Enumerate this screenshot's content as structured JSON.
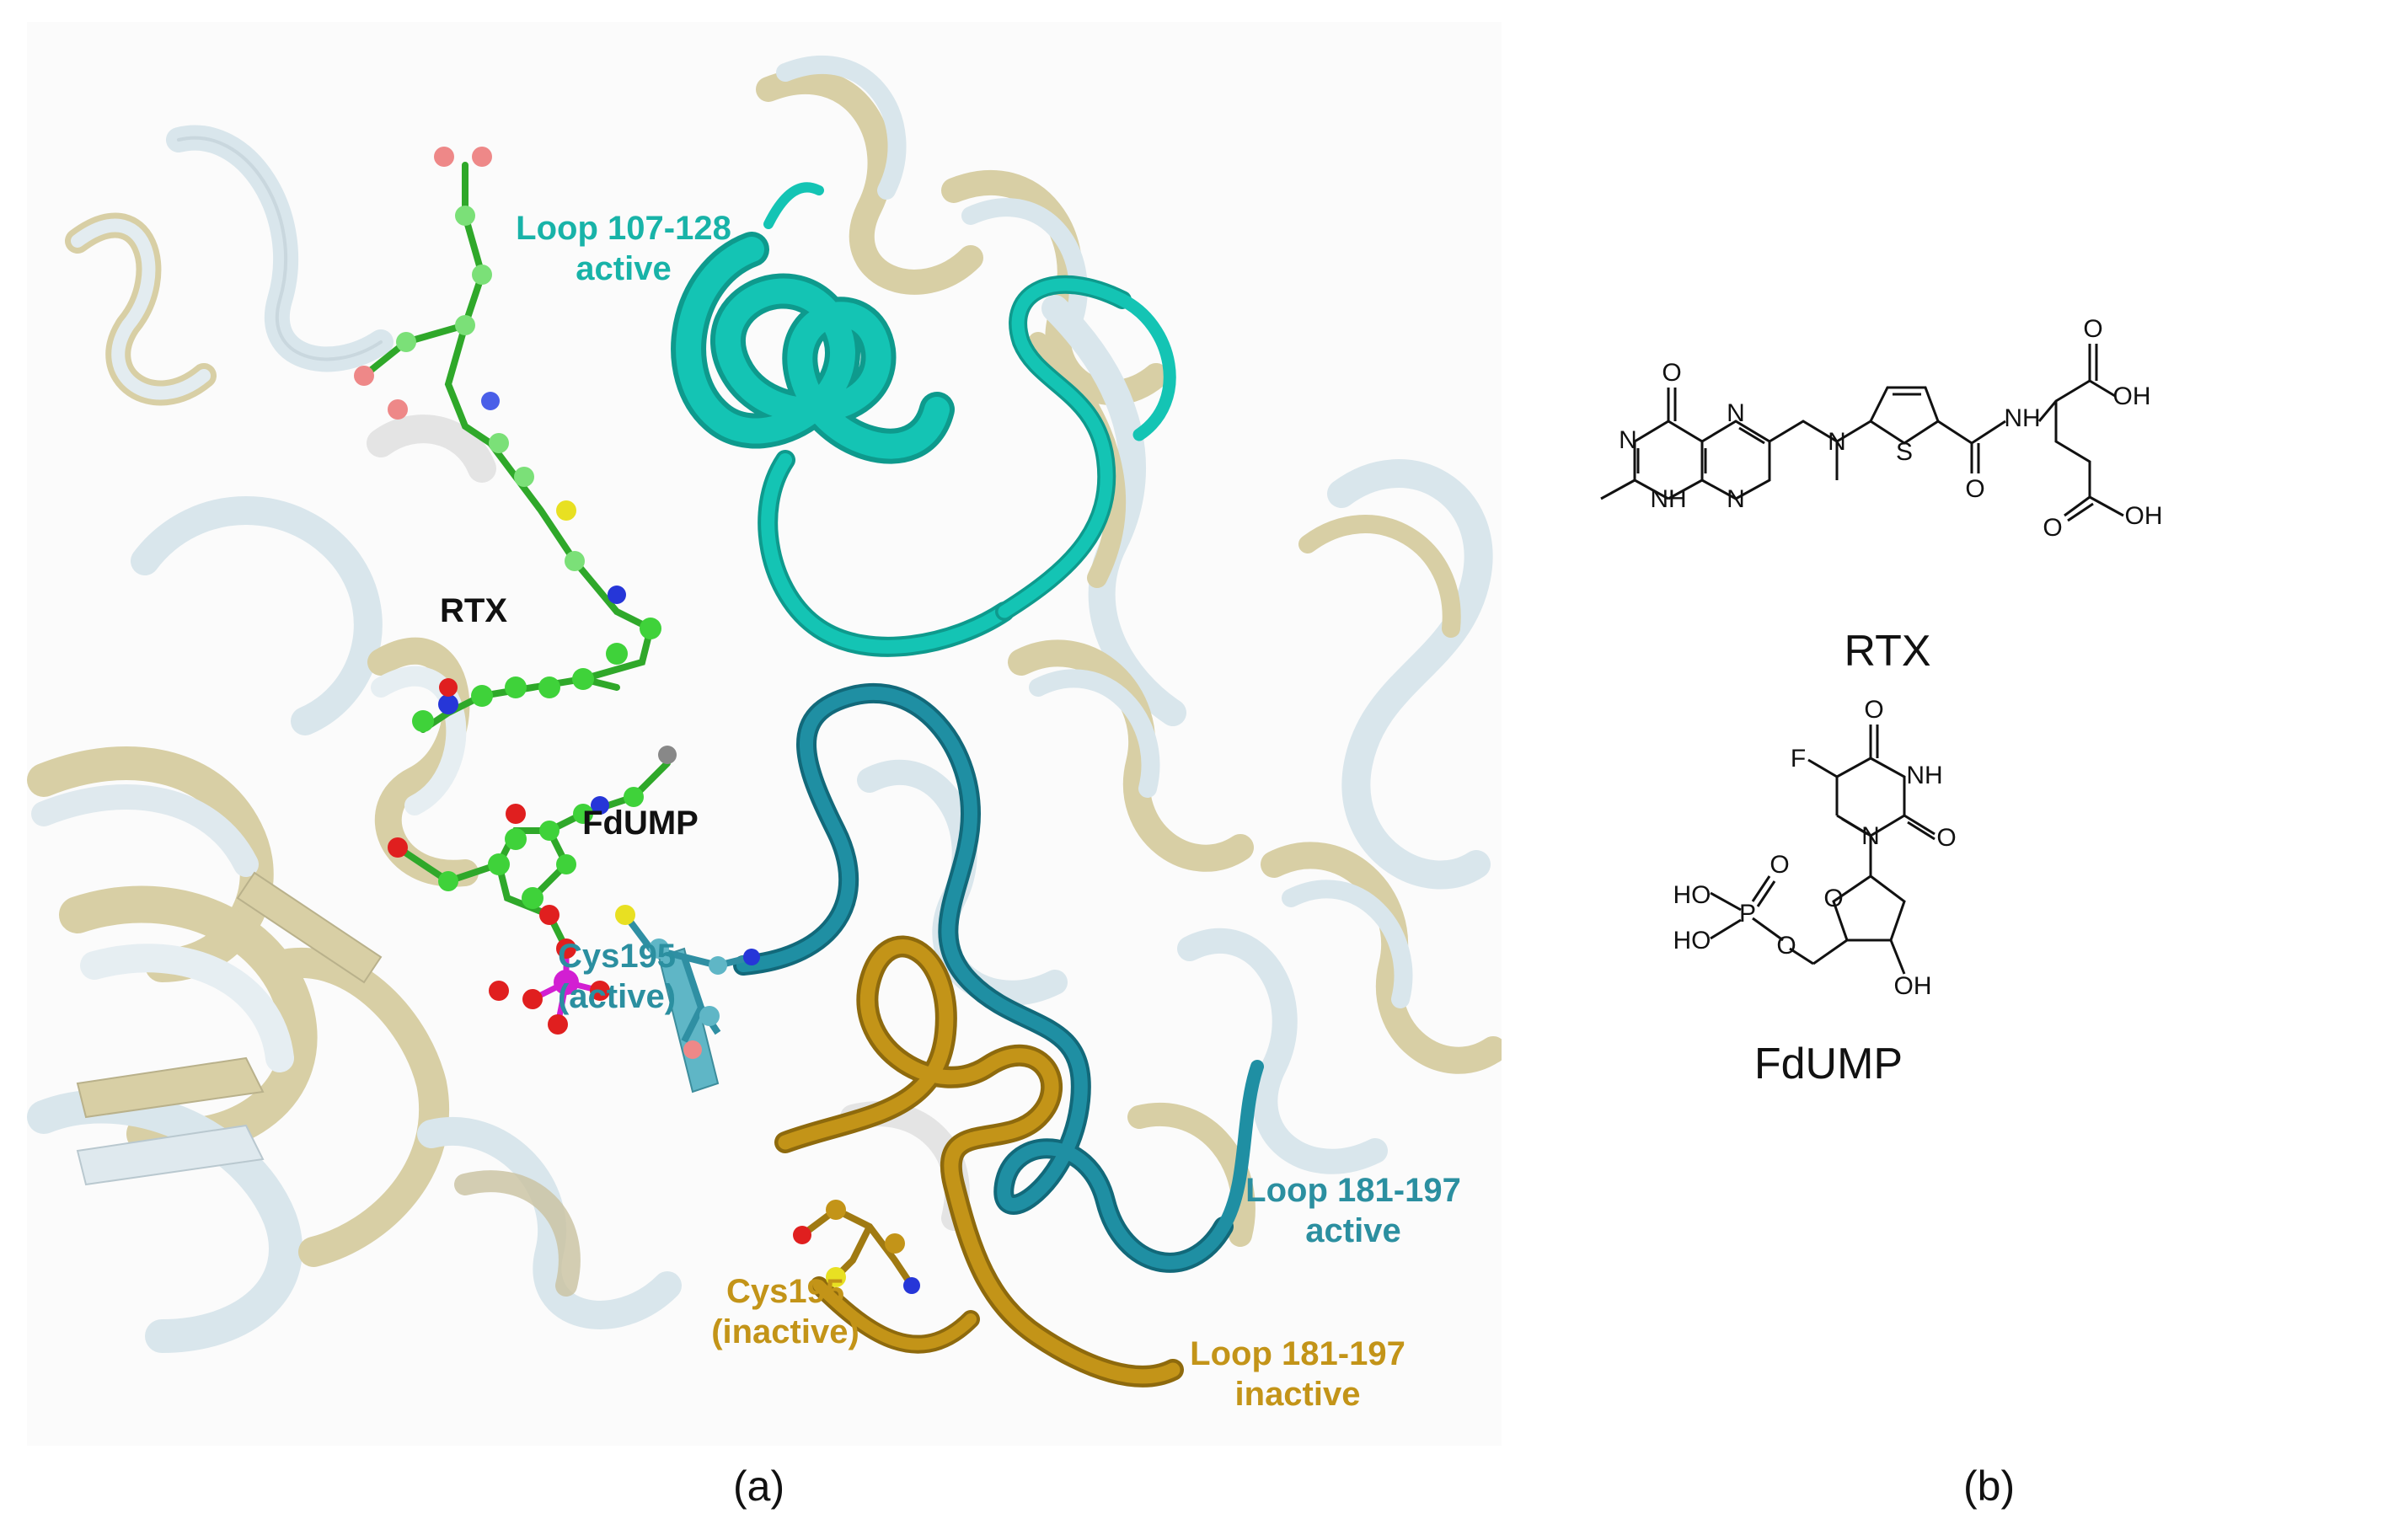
{
  "panel_a": {
    "caption": "(a)",
    "labels": {
      "loop_107_128_active": [
        "Loop 107-128",
        "active"
      ],
      "rtx": "RTX",
      "fdump": "FdUMP",
      "cys195_active": [
        "Cys195",
        "(active)"
      ],
      "cys195_inactive": [
        "Cys195",
        "(inactive)"
      ],
      "loop_181_197_active": [
        "Loop 181-197",
        "active"
      ],
      "loop_181_197_inactive": [
        "Loop 181-197",
        "inactive"
      ]
    }
  },
  "panel_b": {
    "caption": "(b)",
    "rtx": {
      "name": "RTX",
      "atoms": {
        "o_top": "O",
        "n1": "N",
        "n2": "N",
        "n3": "N",
        "nh": "NH",
        "n_methyl": "N",
        "s": "S",
        "o_amide": "O",
        "nh_amide": "NH",
        "o_acid1": "O",
        "oh_acid1": "OH",
        "o_acid2": "O",
        "oh_acid2": "OH"
      }
    },
    "fdump": {
      "name": "FdUMP",
      "atoms": {
        "f": "F",
        "o_top": "O",
        "nh": "NH",
        "n": "N",
        "o_right": "O",
        "o_ring": "O",
        "ho1": "HO",
        "ho2": "HO",
        "p": "P",
        "o_p": "O",
        "o_ester": "O",
        "oh": "OH"
      }
    }
  },
  "colors": {
    "cyan_loop": "#14c4b4",
    "teal_loop": "#1f8fa3",
    "gold_loop": "#c39418",
    "beige_ribbon": "#d8cfa5",
    "light_ribbon": "#d9e6ec",
    "ligand_green": "#3fd23a",
    "oxygen": "#e01f1f",
    "nitrogen": "#2636d8",
    "sulfur": "#e8e022",
    "phosphorus": "#d21fd2"
  }
}
